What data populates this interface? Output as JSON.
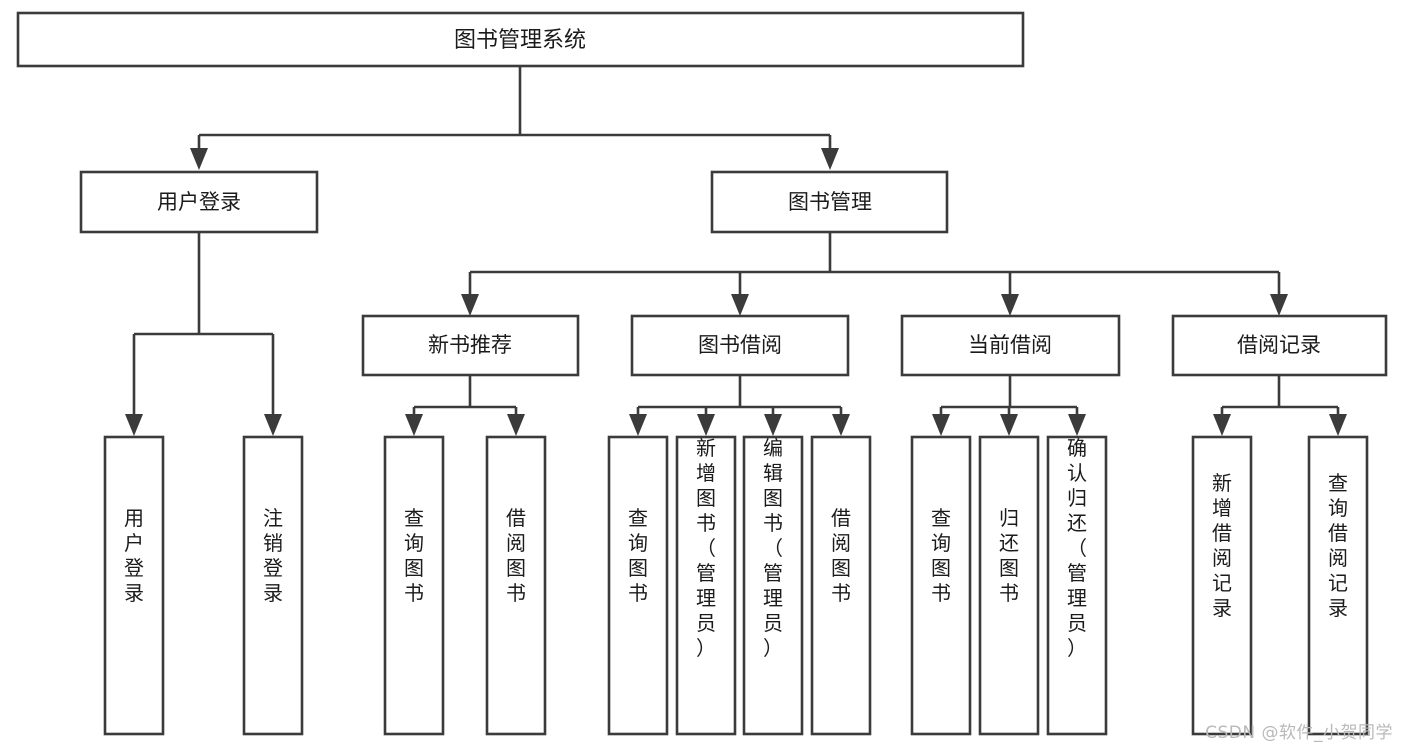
{
  "diagram": {
    "title": "图书管理系统",
    "type": "tree",
    "watermark": "CSDN @软件_小贺同学",
    "colors": {
      "stroke": "#3b3b3b",
      "fill": "#ffffff",
      "text": "#1b1b1b",
      "watermark": "#b9b9b9"
    },
    "levels": {
      "root": {
        "label": "图书管理系统"
      },
      "level2": [
        {
          "id": "user-login",
          "label": "用户登录"
        },
        {
          "id": "book-management",
          "label": "图书管理"
        }
      ],
      "level3": [
        {
          "id": "new-book-recommend",
          "label": "新书推荐",
          "parent": "book-management"
        },
        {
          "id": "book-borrow",
          "label": "图书借阅",
          "parent": "book-management"
        },
        {
          "id": "current-borrow",
          "label": "当前借阅",
          "parent": "book-management"
        },
        {
          "id": "borrow-record",
          "label": "借阅记录",
          "parent": "book-management"
        }
      ],
      "leaves": [
        {
          "id": "leaf-user-login",
          "label": "用户登录",
          "parent": "user-login"
        },
        {
          "id": "leaf-logout-login",
          "label": "注销登录",
          "parent": "user-login"
        },
        {
          "id": "leaf-query-book-1",
          "label": "查询图书",
          "parent": "new-book-recommend"
        },
        {
          "id": "leaf-borrow-book-1",
          "label": "借阅图书",
          "parent": "new-book-recommend"
        },
        {
          "id": "leaf-query-book-2",
          "label": "查询图书",
          "parent": "book-borrow"
        },
        {
          "id": "leaf-add-book",
          "label": "新增图书（管理员）",
          "parent": "book-borrow"
        },
        {
          "id": "leaf-edit-book",
          "label": "编辑图书（管理员）",
          "parent": "book-borrow"
        },
        {
          "id": "leaf-borrow-book-2",
          "label": "借阅图书",
          "parent": "book-borrow"
        },
        {
          "id": "leaf-query-book-3",
          "label": "查询图书",
          "parent": "current-borrow"
        },
        {
          "id": "leaf-return-book",
          "label": "归还图书",
          "parent": "current-borrow"
        },
        {
          "id": "leaf-confirm-return",
          "label": "确认归还（管理员）",
          "parent": "current-borrow"
        },
        {
          "id": "leaf-add-record",
          "label": "新增借阅记录",
          "parent": "borrow-record"
        },
        {
          "id": "leaf-query-record",
          "label": "查询借阅记录",
          "parent": "borrow-record"
        }
      ]
    }
  }
}
